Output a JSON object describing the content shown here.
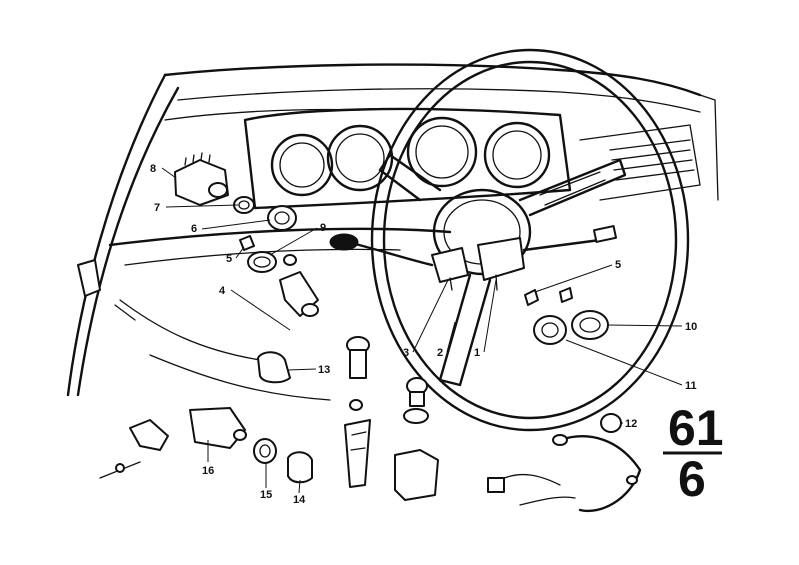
{
  "diagram": {
    "callouts": [
      {
        "id": "c1",
        "label": "1"
      },
      {
        "id": "c2",
        "label": "2"
      },
      {
        "id": "c3",
        "label": "3"
      },
      {
        "id": "c4",
        "label": "4"
      },
      {
        "id": "c5a",
        "label": "5"
      },
      {
        "id": "c5b",
        "label": "5"
      },
      {
        "id": "c6",
        "label": "6"
      },
      {
        "id": "c7",
        "label": "7"
      },
      {
        "id": "c8",
        "label": "8"
      },
      {
        "id": "c9",
        "label": "9"
      },
      {
        "id": "c10",
        "label": "10"
      },
      {
        "id": "c11",
        "label": "11"
      },
      {
        "id": "c12",
        "label": "12"
      },
      {
        "id": "c13",
        "label": "13"
      },
      {
        "id": "c14",
        "label": "14"
      },
      {
        "id": "c15",
        "label": "15"
      },
      {
        "id": "c16",
        "label": "16"
      }
    ],
    "group": {
      "main": "61",
      "sub": "6"
    },
    "colors": {
      "ink": "#111111",
      "paper": "#ffffff"
    }
  }
}
